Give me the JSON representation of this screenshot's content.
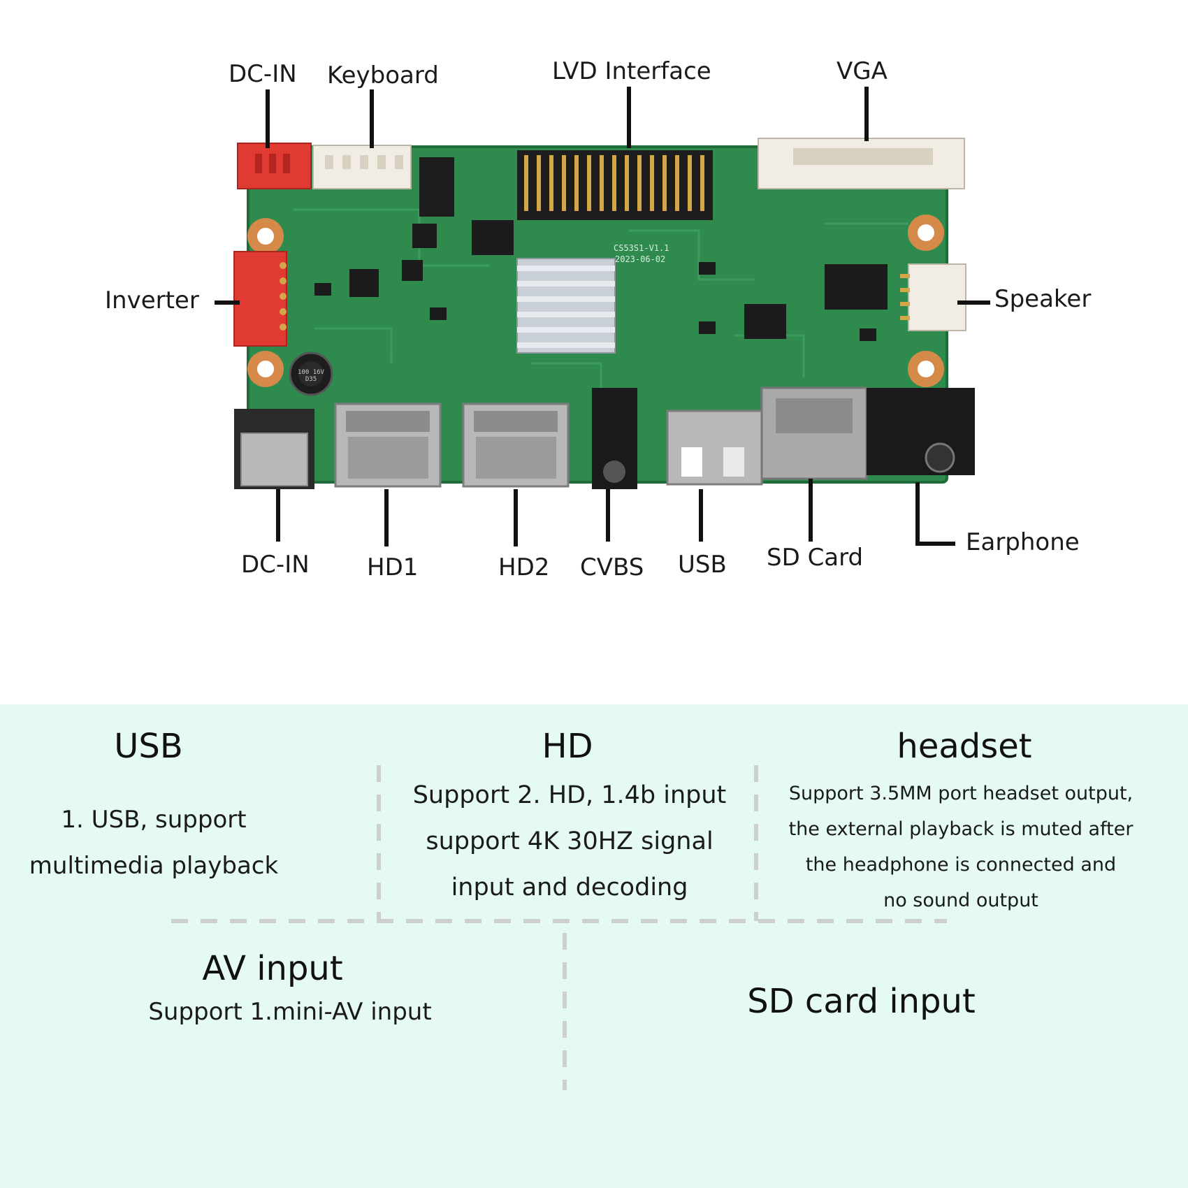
{
  "labels": {
    "dc_in_top": "DC-IN",
    "keyboard": "Keyboard",
    "lvd_interface": "LVD Interface",
    "vga": "VGA",
    "inverter": "Inverter",
    "speaker": "Speaker",
    "dc_in_bottom": "DC-IN",
    "hd1": "HD1",
    "hd2": "HD2",
    "cvbs": "CVBS",
    "usb": "USB",
    "sd_card": "SD Card",
    "earphone": "Earphone"
  },
  "board": {
    "silk_model": "CS53S1-V1.1",
    "silk_date": "2023-06-02",
    "cap_text": "100 16V D35",
    "colors": {
      "pcb": "#2f8a4e",
      "pcb_dark": "#1f6b3a",
      "connector_red": "#e03a32",
      "connector_white": "#f2ede4",
      "heatsink": "#c9cfd6",
      "metal": "#b8b8b8"
    }
  },
  "features": {
    "usb": {
      "title": "USB",
      "lines": [
        "1. USB, support",
        "multimedia playback"
      ]
    },
    "hd": {
      "title": "HD",
      "lines": [
        "Support 2. HD, 1.4b input",
        "support 4K 30HZ signal",
        "input and decoding"
      ]
    },
    "headset": {
      "title": "headset",
      "lines": [
        "Support 3.5MM port headset output,",
        "the external playback is muted after",
        "the headphone is connected and",
        "no sound output"
      ]
    },
    "av": {
      "title": "AV input",
      "lines": [
        "Support 1.mini-AV input"
      ]
    },
    "sd": {
      "title": "SD card input"
    }
  },
  "colors": {
    "panel_bg": "#e4faf2",
    "divider": "#cfcfcf"
  }
}
